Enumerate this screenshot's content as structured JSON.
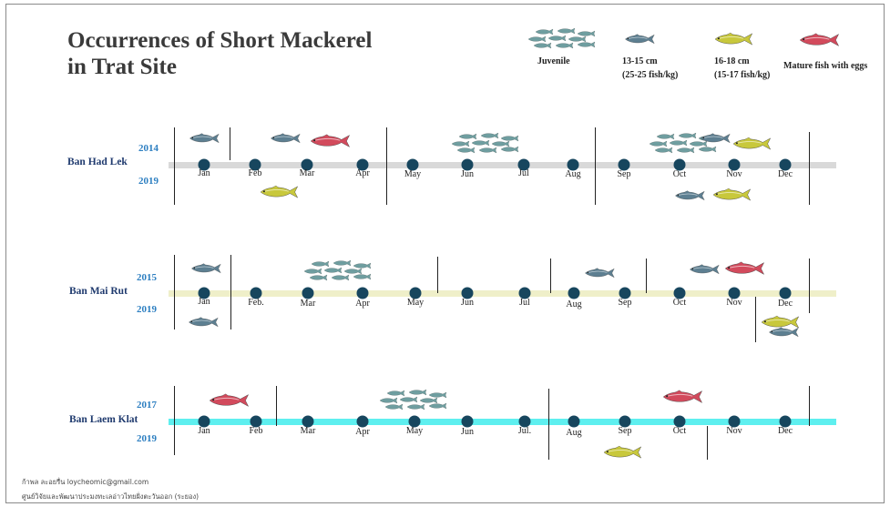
{
  "title": [
    "Occurrences of Short Mackerel",
    "in Trat Site"
  ],
  "legend": {
    "juvenile": "Juvenile",
    "size1": [
      "13-15 cm",
      "(25-25 fish/kg)"
    ],
    "size2": [
      "16-18 cm",
      "(15-17 fish/kg)"
    ],
    "mature": "Mature fish with eggs"
  },
  "colors": {
    "juvenile": "#6f9ea0",
    "size1": "#5d7f91",
    "size2": "#c8c83c",
    "mature": "#d24a5c",
    "dot": "#17465e",
    "year": "#2d7fc1",
    "site": "#1f3a6e",
    "track1": "#d9d9d9",
    "track2": "#efefc9",
    "track3": "#5eefef"
  },
  "sites": [
    {
      "name": "Ban Had  Lek",
      "year_top": "2014",
      "year_bottom": "2019",
      "months": [
        "Jan",
        "Feb",
        "Mar",
        "Apr",
        "May",
        "Jun",
        "Jul",
        "Aug",
        "Sep",
        "Oct",
        "Nov",
        "Dec"
      ]
    },
    {
      "name": "Ban Mai  Rut",
      "year_top": "2015",
      "year_bottom": "2019",
      "months": [
        "Jan",
        "Feb.",
        "Mar",
        "Apr",
        "May",
        "Jun",
        "Jul",
        "Aug",
        "Sep",
        "Oct",
        "Nov",
        "Dec"
      ]
    },
    {
      "name": "Ban Laem  Klat",
      "year_top": "2017",
      "year_bottom": "2019",
      "months": [
        "Jan",
        "Feb",
        "Mar",
        "Apr",
        "May",
        "Jun",
        "Jul.",
        "Aug",
        "Sep",
        "Oct",
        "Nov",
        "Dec"
      ]
    }
  ],
  "footer": [
    "ก้าพล ละอยรื่น loycheomic@gmail.com",
    "ศูนย์วิจัยและพัฒนาประมงทะเลอ่าวไทยฝั่งตะวันออก (ระยอง)"
  ]
}
